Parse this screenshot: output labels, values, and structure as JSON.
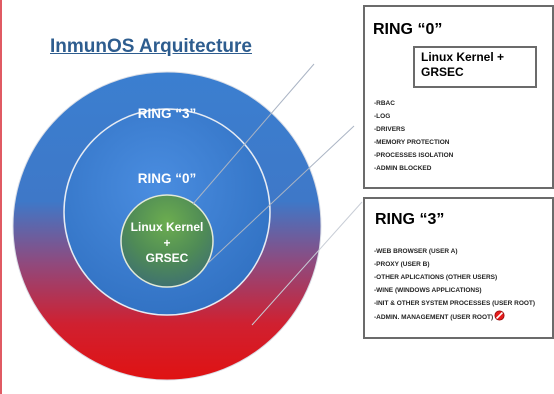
{
  "title": "InmunOS Arquitecture",
  "diagram": {
    "outer_label": "RING “3”",
    "middle_label": "RING “0”",
    "core_line1": "Linux Kernel",
    "core_line2": "+",
    "core_line3": "GRSEC"
  },
  "ring0_box": {
    "heading": "RING “0”",
    "kernel_line1": "Linux Kernel +",
    "kernel_line2": "GRSEC",
    "items": [
      "-RBAC",
      "-LOG",
      "-DRIVERS",
      "-MEMORY PROTECTION",
      "-PROCESSES ISOLATION",
      "-ADMIN BLOCKED"
    ]
  },
  "ring3_box": {
    "heading": "RING “3”",
    "items": [
      "-WEB BROWSER (USER A)",
      "-PROXY  (USER B)",
      "-OTHER APLICATIONS (OTHER USERS)",
      "-WINE (WINDOWS APPLICATIONS)",
      "-INIT & OTHER SYSTEM PROCESSES (USER ROOT)",
      "-ADMIN. MANAGEMENT (USER ROOT)"
    ]
  },
  "icons": {
    "blocked": "no-entry-icon"
  },
  "colors": {
    "blue": "#3b7fd0",
    "red": "#e01a1a",
    "green": "#5a9a48",
    "title": "#2e5d8f"
  }
}
